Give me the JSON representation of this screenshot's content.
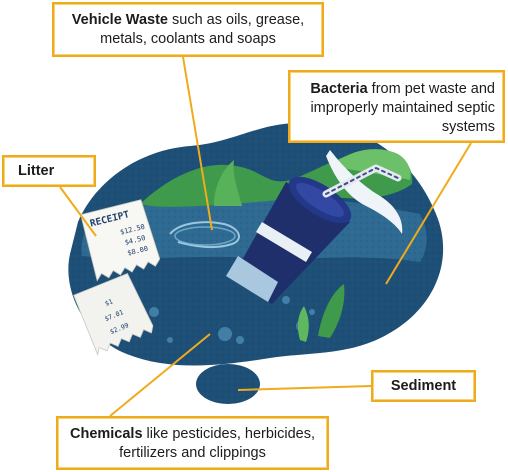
{
  "callouts": {
    "vehicle_waste": {
      "bold": "Vehicle Waste",
      "rest": " such as oils, grease, metals, coolants and soaps"
    },
    "bacteria": {
      "bold": "Bacteria",
      "rest": " from pet waste and improperly maintained septic systems"
    },
    "litter": {
      "bold": "Litter"
    },
    "sediment": {
      "bold": "Sediment"
    },
    "chemicals": {
      "bold": "Chemicals",
      "rest": " like pesticides, herbicides, fertilizers and clippings"
    }
  },
  "receipt": {
    "title": "RECEIPT",
    "lines": [
      "$12.50",
      "$4.50",
      "$8.00"
    ]
  },
  "receipt_back": {
    "lines": [
      "$1",
      "$7.01",
      "$2.99"
    ]
  },
  "colors": {
    "callout_border": "#f0ab1d",
    "water_dark": "#1d4f77",
    "water_mid": "#2e6a91",
    "grass": "#3f9a4c",
    "cup_navy": "#1f2f6b",
    "cup_light": "#a9c7df"
  }
}
